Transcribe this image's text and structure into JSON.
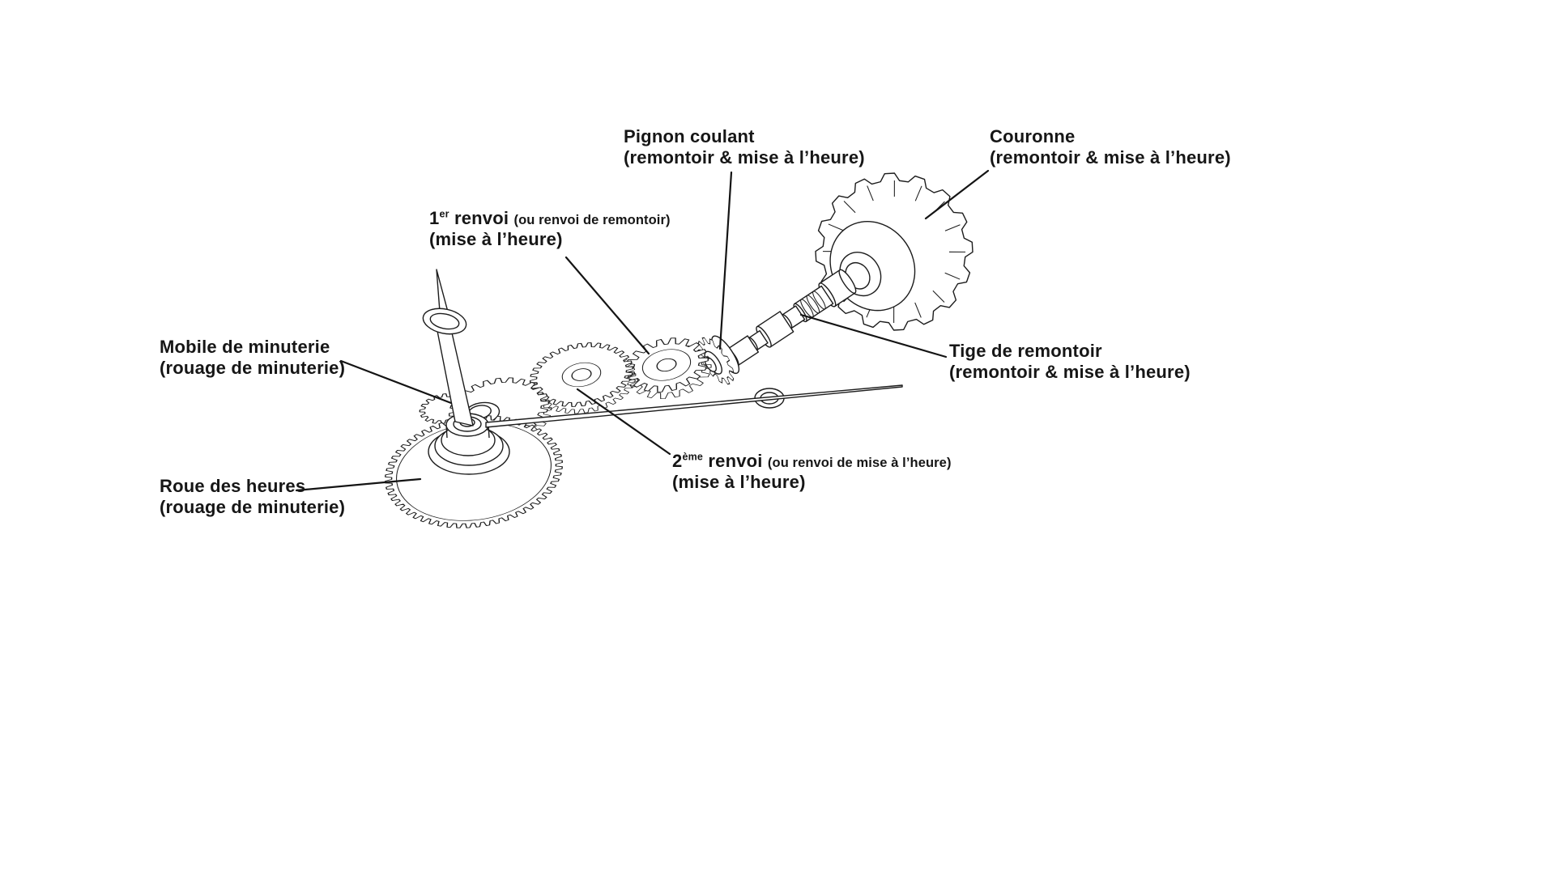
{
  "page": {
    "background": "#ffffff",
    "line_color": "#1c1c1c",
    "text_color": "#161616"
  },
  "labels": {
    "pignon_coulant": {
      "title": "Pignon coulant",
      "subtitle": "(remontoir & mise à l’heure)"
    },
    "couronne": {
      "title": "Couronne",
      "subtitle": "(remontoir & mise à l’heure)"
    },
    "premier_renvoi": {
      "number": "1",
      "ordinal": "er",
      "title": "renvoi",
      "alt": "(ou renvoi de remontoir)",
      "subtitle": "(mise à l’heure)"
    },
    "mobile_de_minuterie": {
      "title": "Mobile de minuterie",
      "subtitle": "(rouage de minuterie)"
    },
    "roue_des_heures": {
      "title": "Roue des heures",
      "subtitle": "(rouage de minuterie)"
    },
    "deuxieme_renvoi": {
      "number": "2",
      "ordinal": "ème",
      "title": "renvoi",
      "alt": "(ou renvoi de mise à l’heure)",
      "subtitle": "(mise à l’heure)"
    },
    "tige_de_remontoir": {
      "title": "Tige de remontoir",
      "subtitle": "(remontoir & mise à l’heure)"
    }
  }
}
